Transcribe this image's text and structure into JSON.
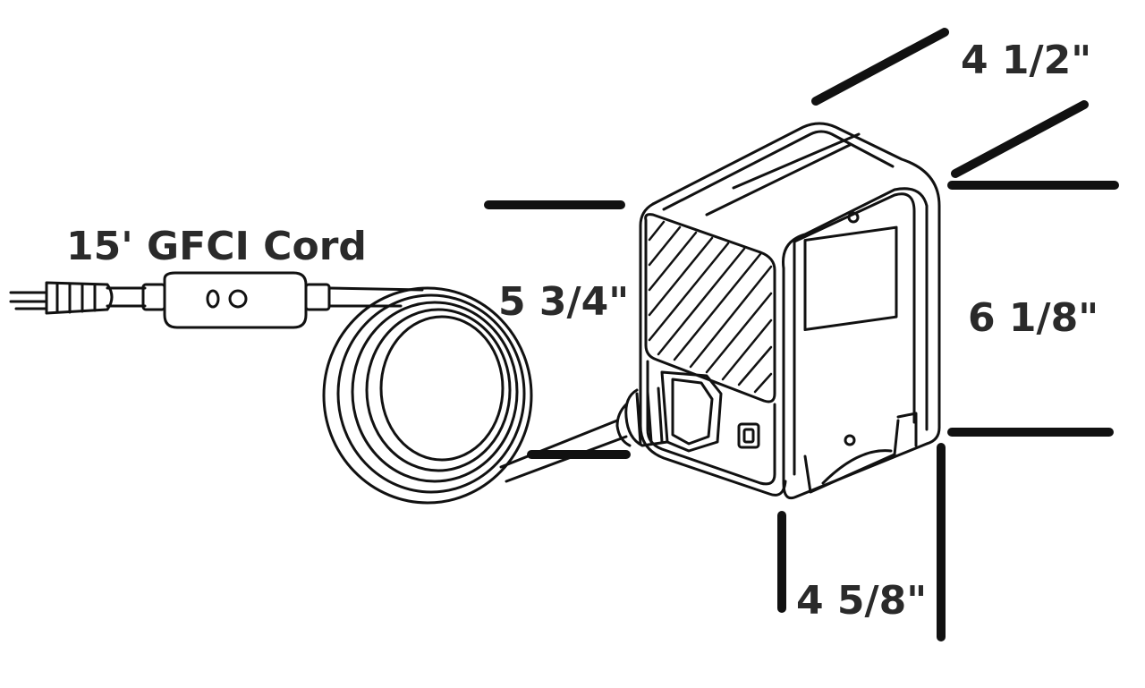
{
  "labels": {
    "cord": "15' GFCI Cord",
    "depth": "5 3/4\"",
    "width": "4 1/2\"",
    "height": "6 1/8\"",
    "base": "4 5/8\""
  },
  "colors": {
    "stroke": "#111111",
    "text": "#2a2a2a",
    "background": "#ffffff"
  },
  "icons": {
    "plug": "plug-icon",
    "gfci": "gfci-module-icon",
    "cord": "coiled-cord-icon",
    "unit": "controller-unit-icon"
  }
}
